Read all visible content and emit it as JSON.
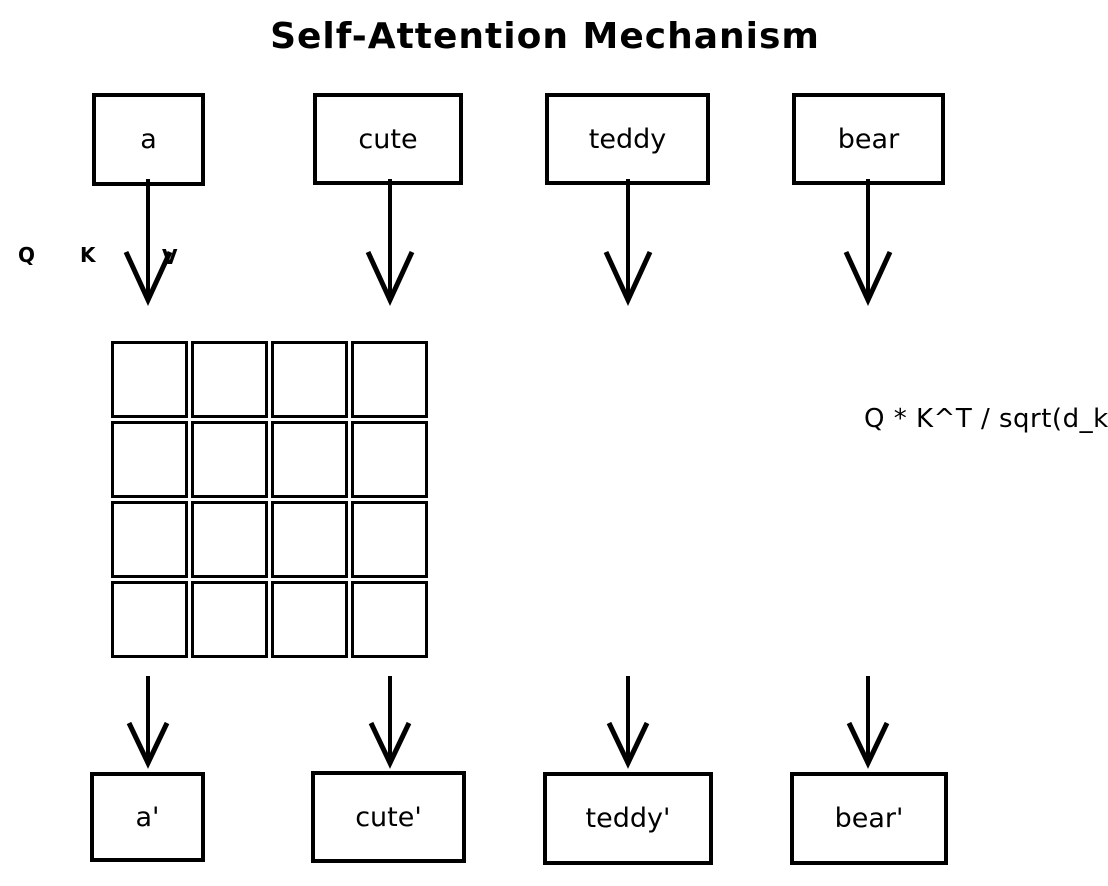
{
  "title": "Self-Attention Mechanism",
  "colors": {
    "stroke": "#000000",
    "background": "#ffffff"
  },
  "input_tokens": [
    {
      "label": "a"
    },
    {
      "label": "cute"
    },
    {
      "label": "teddy"
    },
    {
      "label": "bear"
    }
  ],
  "projection_labels": {
    "q": "Q",
    "k": "K",
    "v": "V"
  },
  "attention_matrix": {
    "rows": 4,
    "cols": 4
  },
  "formula": "Q * K^T / sqrt(d_k)",
  "output_tokens": [
    {
      "label": "a'"
    },
    {
      "label": "cute'"
    },
    {
      "label": "teddy'"
    },
    {
      "label": "bear'"
    }
  ]
}
